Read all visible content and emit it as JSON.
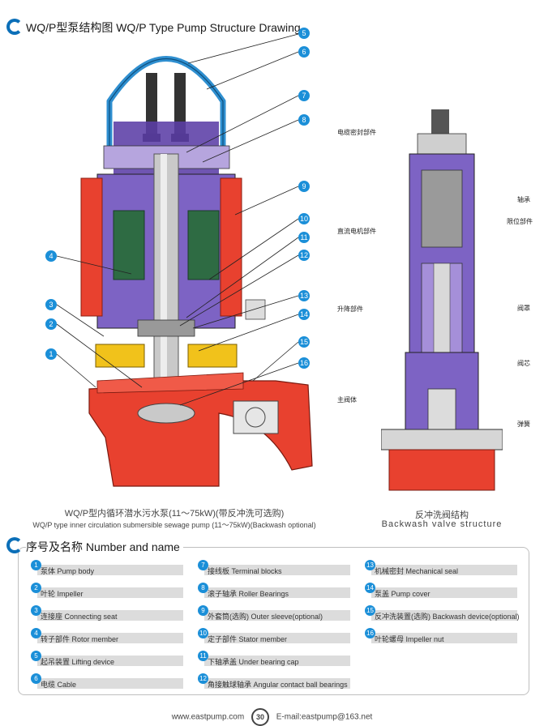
{
  "header": {
    "title": "WQ/P型泵结构图 WQ/P Type Pump Structure Drawing"
  },
  "left_drawing": {
    "caption_cn": "WQ/P型内循环潜水污水泵(11～75kW)(带反冲洗可选购)",
    "caption_en": "WQ/P type inner circulation submersible sewage pump (11～75kW)(Backwash optional)",
    "callouts": [
      "1",
      "2",
      "3",
      "4",
      "5",
      "6",
      "7",
      "8",
      "9",
      "10",
      "11",
      "12",
      "13",
      "14",
      "15",
      "16"
    ]
  },
  "right_drawing": {
    "caption_cn": "反冲洗阀结构",
    "caption_en": "Backwash valve structure",
    "labels": {
      "cable_seal": "电缆密封部件",
      "dc_motor": "直流电机部件",
      "lifting": "升降部件",
      "main_valve": "主阀体",
      "bearing": "轴承",
      "limit": "限位部件",
      "valve_cover": "阀罩",
      "valve_core": "阀芯",
      "spring": "弹簧"
    }
  },
  "parts_section": {
    "title": "序号及名称 Number and name",
    "items": [
      {
        "num": "1",
        "label": "泵体 Pump body"
      },
      {
        "num": "2",
        "label": "叶轮 Impeller"
      },
      {
        "num": "3",
        "label": "连接座 Connecting seat"
      },
      {
        "num": "4",
        "label": "转子部件 Rotor member"
      },
      {
        "num": "5",
        "label": "起吊装置 Lifting device"
      },
      {
        "num": "6",
        "label": "电缆 Cable"
      },
      {
        "num": "7",
        "label": "接线板 Terminal blocks"
      },
      {
        "num": "8",
        "label": "滚子轴承 Roller Bearings"
      },
      {
        "num": "9",
        "label": "外套筒(选购) Outer sleeve(optional)"
      },
      {
        "num": "10",
        "label": "定子部件 Stator member"
      },
      {
        "num": "11",
        "label": "下轴承盖 Under bearing cap"
      },
      {
        "num": "12",
        "label": "角接触球轴承 Angular contact ball bearings"
      },
      {
        "num": "13",
        "label": "机械密封 Mechanical seal"
      },
      {
        "num": "14",
        "label": "泵盖 Pump cover"
      },
      {
        "num": "15",
        "label": "反冲洗装置(选购) Backwash device(optional)"
      },
      {
        "num": "16",
        "label": "叶轮螺母 Impeller nut"
      }
    ]
  },
  "footer": {
    "website": "www.eastpump.com",
    "page": "30",
    "email": "E-mail:eastpump@163.net"
  },
  "colors": {
    "accent": "#1b8fd8",
    "pump_red": "#e8412f",
    "motor_purple": "#6f58b8",
    "winding_green": "#2e6b43",
    "seal_yellow": "#f1c21b",
    "sleeve_blue": "#2f8fd0"
  }
}
